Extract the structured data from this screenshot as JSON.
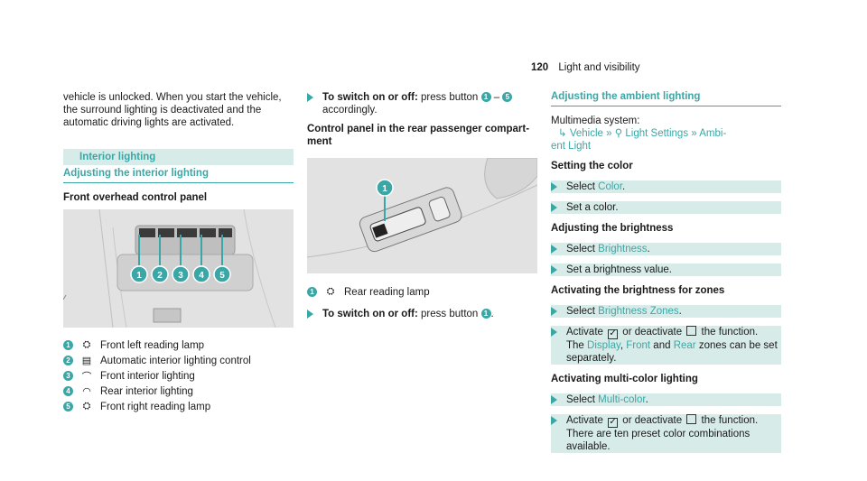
{
  "header": {
    "page_number": "120",
    "section": "Light and visibility"
  },
  "col1": {
    "intro": [
      "vehicle is unlocked. When you start the vehicle,",
      "the surround lighting is deactivated and the",
      "automatic driving lights are activated."
    ],
    "section_title": "Interior lighting",
    "subsection_title": "Adjusting the interior lighting",
    "panel_title": "Front overhead control panel",
    "legend": [
      {
        "n": "1",
        "icon": "⛭",
        "text": "Front left reading lamp"
      },
      {
        "n": "2",
        "icon": "▤",
        "text": "Automatic interior lighting control"
      },
      {
        "n": "3",
        "icon": "⌒",
        "text": "Front interior lighting"
      },
      {
        "n": "4",
        "icon": "◠",
        "text": "Rear interior lighting"
      },
      {
        "n": "5",
        "icon": "⛭",
        "text": "Front right reading lamp"
      }
    ],
    "callouts": [
      "1",
      "2",
      "3",
      "4",
      "5"
    ]
  },
  "col2": {
    "step1_bold": "To switch on or off:",
    "step1_rest": " press button ",
    "step1_n1": "1",
    "step1_dash": " – ",
    "step1_n2": "5",
    "step1_line2": "accordingly.",
    "panel_title_l1": "Control panel in the rear passenger compart-",
    "panel_title_l2": "ment",
    "callout": "1",
    "legend": {
      "n": "1",
      "icon": "⛭",
      "text": "Rear reading lamp"
    },
    "step2_bold": "To switch on or off:",
    "step2_rest": " press button ",
    "step2_n": "1",
    "step2_end": "."
  },
  "col3": {
    "title": "Adjusting the ambient lighting",
    "multimedia": "Multimedia system:",
    "path_vehicle": "Vehicle",
    "path_light": "Light Settings",
    "path_ambi": "Ambi-",
    "path_ambi2": "ent Light",
    "h_color": "Setting the color",
    "select": "Select ",
    "color": "Color",
    "set_color": "Set a color.",
    "h_brightness": "Adjusting the brightness",
    "brightness": "Brightness",
    "set_brightness": "Set a brightness value.",
    "h_zones": "Activating the brightness for zones",
    "zones": "Brightness Zones",
    "activate": "Activate ",
    "or_deactivate": " or deactivate ",
    "the_function": " the function.",
    "the": "The ",
    "display": "Display",
    "comma": ", ",
    "front": "Front",
    "and": " and ",
    "rear": "Rear",
    "zones_tail": " zones can be set",
    "separately": "separately.",
    "h_multi": "Activating multi-color lighting",
    "multicolor": "Multi-color",
    "preset_l1": "There are ten preset color combinations",
    "preset_l2": "available.",
    "period": "."
  },
  "colors": {
    "teal": "#3aa7a6",
    "teal_bg": "#d7ece9"
  }
}
